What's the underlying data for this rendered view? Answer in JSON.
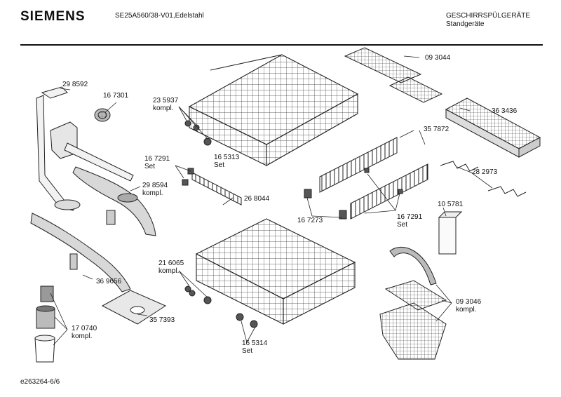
{
  "header": {
    "brand": "SIEMENS",
    "model": "SE25A560/38-V01,Edelstahl",
    "category_line1": "GESCHIRRSPÜLGERÄTE",
    "category_line2": "Standgeräte"
  },
  "footer": {
    "doc_id": "e263264-6/6"
  },
  "labels": [
    {
      "id": "p298592",
      "text": "29 8592"
    },
    {
      "id": "p167301",
      "text": "16 7301"
    },
    {
      "id": "p235937",
      "text": "23 5937"
    },
    {
      "id": "p235937b",
      "text": "kompl."
    },
    {
      "id": "p165313",
      "text": "16 5313"
    },
    {
      "id": "p165313b",
      "text": "Set"
    },
    {
      "id": "p167291a",
      "text": "16 7291"
    },
    {
      "id": "p167291ab",
      "text": "Set"
    },
    {
      "id": "p268044",
      "text": "26 8044"
    },
    {
      "id": "p298594",
      "text": "29 8594"
    },
    {
      "id": "p298594b",
      "text": "kompl."
    },
    {
      "id": "p093044",
      "text": "09 3044"
    },
    {
      "id": "p363436",
      "text": "36 3436"
    },
    {
      "id": "p357872",
      "text": "35 7872"
    },
    {
      "id": "p282973",
      "text": "28 2973"
    },
    {
      "id": "p167273",
      "text": "16 7273"
    },
    {
      "id": "p167291b",
      "text": "16 7291"
    },
    {
      "id": "p167291bb",
      "text": "Set"
    },
    {
      "id": "p105781",
      "text": "10 5781"
    },
    {
      "id": "p216065",
      "text": "21 6065"
    },
    {
      "id": "p216065b",
      "text": "kompl."
    },
    {
      "id": "p369656",
      "text": "36 9656"
    },
    {
      "id": "p357393",
      "text": "35 7393"
    },
    {
      "id": "p170740",
      "text": "17 0740"
    },
    {
      "id": "p170740b",
      "text": "kompl."
    },
    {
      "id": "p165314",
      "text": "16 5314"
    },
    {
      "id": "p165314b",
      "text": "Set"
    },
    {
      "id": "p093046",
      "text": "09 3046"
    },
    {
      "id": "p093046b",
      "text": "kompl."
    }
  ]
}
